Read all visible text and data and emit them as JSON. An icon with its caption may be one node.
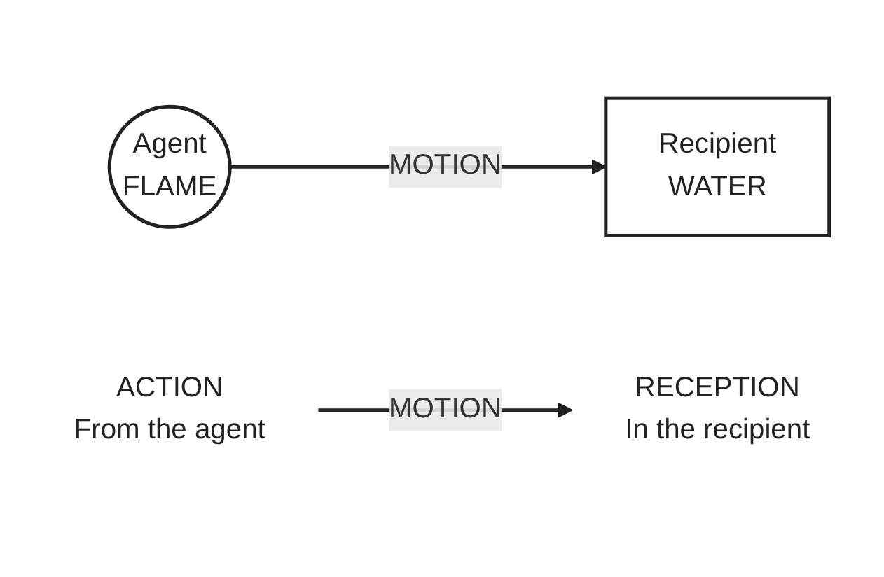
{
  "diagram": {
    "nodes": [
      {
        "text": [
          "Agent",
          "FLAME"
        ]
      },
      {
        "text": [
          "Recipient",
          "WATER"
        ]
      },
      {
        "text": [
          "ACTION",
          "From the agent"
        ]
      },
      {
        "text": [
          "RECEPTION",
          "In the recipient"
        ]
      }
    ],
    "edges": [
      {
        "from": 0,
        "to": 1,
        "label": "MOTION",
        "arrow": "to"
      },
      {
        "from": 2,
        "to": 3,
        "label": "MOTION",
        "arrow": "to"
      }
    ]
  }
}
